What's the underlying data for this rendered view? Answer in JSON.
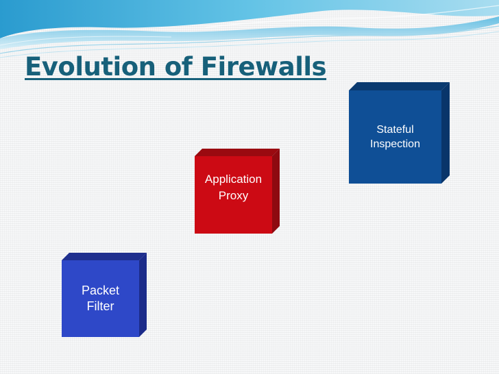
{
  "slide": {
    "title": "Evolution of Firewalls"
  },
  "steps": [
    {
      "label": "Packet\nFilter",
      "color": "#2e48c8"
    },
    {
      "label": "Application\nProxy",
      "color": "#cc0a14"
    },
    {
      "label": "Stateful\nInspection",
      "color": "#0f4f96"
    }
  ],
  "colors": {
    "title": "#17607a",
    "wave": "#3aa8d4"
  }
}
